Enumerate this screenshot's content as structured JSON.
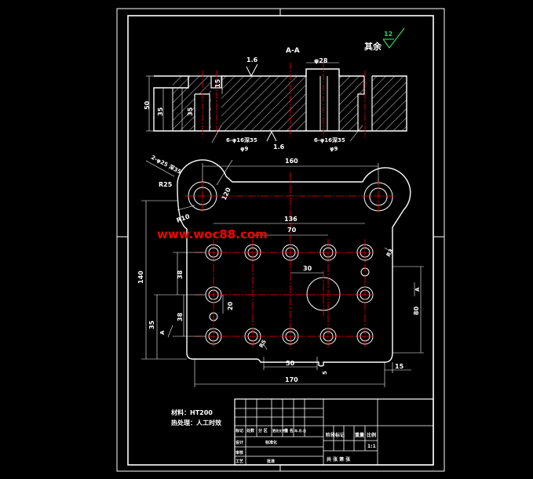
{
  "section_title": "A-A",
  "roughness_other": {
    "value": "12",
    "label": "其余"
  },
  "section_view": {
    "roughness_top": "1.6",
    "roughness_bottom": "1.6",
    "dim_height_total": "50",
    "dim_depth_1": "35",
    "dim_step_left": "35",
    "dim_step_mid": "15",
    "dim_bore": "φ28",
    "note_left": "6-φ16深35",
    "note_left_sub": "φ9",
    "note_right": "6-φ16深35",
    "note_right_sub": "φ9"
  },
  "plan_view": {
    "hole_note": "2-φ25 深35",
    "dim_r25": "R25",
    "dim_r10": "R10",
    "dim_120": "120",
    "dim_160": "160",
    "dim_136": "136",
    "dim_70": "70",
    "dim_30": "30",
    "dim_140": "140",
    "dim_38_a": "38",
    "dim_38_b": "38",
    "dim_20": "20",
    "dim_35": "35",
    "dim_r5": "R5",
    "dim_80": "80",
    "dim_50": "50",
    "dim_5": "5",
    "dim_170": "170",
    "dim_15": "15",
    "dim_r3": "R3",
    "section_mark_left": "A",
    "section_mark_right": "A"
  },
  "watermark": "www.woc88.com",
  "notes": {
    "material": "材料：HT200",
    "heat_treatment": "热处理：人工时效"
  },
  "title_block": {
    "cells": [
      "标记",
      "处数",
      "分 区",
      "更改文件号",
      "签 名",
      "年.月.日",
      "设计",
      "标准化",
      "审核",
      "工艺",
      "批准"
    ],
    "stage_labels": [
      "阶段标记",
      "重量",
      "比例"
    ],
    "scale": "1:1",
    "sheet": "共  张  第  张"
  },
  "colors": {
    "background": "#000000",
    "lines": "#ffffff",
    "center_lines": "#ff0000",
    "watermark": "#ff0000",
    "roughness_mark": "#2fd05a"
  }
}
